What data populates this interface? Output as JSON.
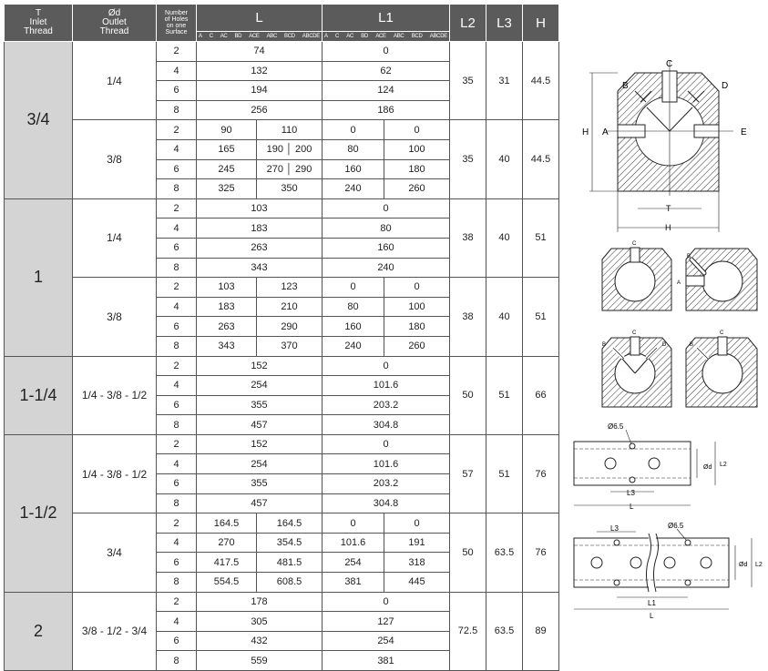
{
  "header": {
    "t": [
      "T",
      "Inlet",
      "Thread"
    ],
    "od": [
      "Ød",
      "Outlet",
      "Thread"
    ],
    "holes": [
      "Number",
      "of Holes",
      "on one",
      "Surface"
    ],
    "l": "L",
    "l1": "L1",
    "l2": "L2",
    "l3": "L3",
    "h": "H",
    "sub_codes": [
      "A",
      "C",
      "AC",
      "BD",
      "ACE",
      "ABC",
      "BCD",
      "ABCDE"
    ]
  },
  "groups": [
    {
      "inlet": "3/4",
      "outlets": [
        {
          "label": "1/4",
          "l2": "35",
          "l3": "31",
          "h": "44.5",
          "split": false,
          "rows": [
            {
              "n": "2",
              "l": "74",
              "l1": "0"
            },
            {
              "n": "4",
              "l": "132",
              "l1": "62"
            },
            {
              "n": "6",
              "l": "194",
              "l1": "124"
            },
            {
              "n": "8",
              "l": "256",
              "l1": "186"
            }
          ]
        },
        {
          "label": "3/8",
          "l2": "35",
          "l3": "40",
          "h": "44.5",
          "split": true,
          "rows": [
            {
              "n": "2",
              "la": "90",
              "lb": "110",
              "l1a": "0",
              "l1b": "0"
            },
            {
              "n": "4",
              "la": "165",
              "lb": "190 │ 200",
              "l1a": "80",
              "l1b": "100"
            },
            {
              "n": "6",
              "la": "245",
              "lb": "270 │ 290",
              "l1a": "160",
              "l1b": "180"
            },
            {
              "n": "8",
              "la": "325",
              "lb": "350",
              "l1a": "240",
              "l1b": "260"
            }
          ]
        }
      ]
    },
    {
      "inlet": "1",
      "outlets": [
        {
          "label": "1/4",
          "l2": "38",
          "l3": "40",
          "h": "51",
          "split": false,
          "rows": [
            {
              "n": "2",
              "l": "103",
              "l1": "0"
            },
            {
              "n": "4",
              "l": "183",
              "l1": "80"
            },
            {
              "n": "6",
              "l": "263",
              "l1": "160"
            },
            {
              "n": "8",
              "l": "343",
              "l1": "240"
            }
          ]
        },
        {
          "label": "3/8",
          "l2": "38",
          "l3": "40",
          "h": "51",
          "split": true,
          "rows": [
            {
              "n": "2",
              "la": "103",
              "lb": "123",
              "l1a": "0",
              "l1b": "0"
            },
            {
              "n": "4",
              "la": "183",
              "lb": "210",
              "l1a": "80",
              "l1b": "100"
            },
            {
              "n": "6",
              "la": "263",
              "lb": "290",
              "l1a": "160",
              "l1b": "180"
            },
            {
              "n": "8",
              "la": "343",
              "lb": "370",
              "l1a": "240",
              "l1b": "260"
            }
          ]
        }
      ]
    },
    {
      "inlet": "1-1/4",
      "outlets": [
        {
          "label": "1/4 - 3/8 - 1/2",
          "l2": "50",
          "l3": "51",
          "h": "66",
          "split": false,
          "rows": [
            {
              "n": "2",
              "l": "152",
              "l1": "0"
            },
            {
              "n": "4",
              "l": "254",
              "l1": "101.6"
            },
            {
              "n": "6",
              "l": "355",
              "l1": "203.2"
            },
            {
              "n": "8",
              "l": "457",
              "l1": "304.8"
            }
          ]
        }
      ]
    },
    {
      "inlet": "1-1/2",
      "outlets": [
        {
          "label": "1/4 - 3/8 - 1/2",
          "l2": "57",
          "l3": "51",
          "h": "76",
          "split": false,
          "rows": [
            {
              "n": "2",
              "l": "152",
              "l1": "0"
            },
            {
              "n": "4",
              "l": "254",
              "l1": "101.6"
            },
            {
              "n": "6",
              "l": "355",
              "l1": "203.2"
            },
            {
              "n": "8",
              "l": "457",
              "l1": "304.8"
            }
          ]
        },
        {
          "label": "3/4",
          "l2": "50",
          "l3": "63.5",
          "h": "76",
          "split": true,
          "rows": [
            {
              "n": "2",
              "la": "164.5",
              "lb": "164.5",
              "l1a": "0",
              "l1b": "0"
            },
            {
              "n": "4",
              "la": "270",
              "lb": "354.5",
              "l1a": "101.6",
              "l1b": "191"
            },
            {
              "n": "6",
              "la": "417.5",
              "lb": "481.5",
              "l1a": "254",
              "l1b": "318"
            },
            {
              "n": "8",
              "la": "554.5",
              "lb": "608.5",
              "l1a": "381",
              "l1b": "445"
            }
          ]
        }
      ]
    },
    {
      "inlet": "2",
      "outlets": [
        {
          "label": "3/8 - 1/2 - 3/4",
          "l2": "72.5",
          "l3": "63.5",
          "h": "89",
          "split": false,
          "rows": [
            {
              "n": "2",
              "l": "178",
              "l1": "0"
            },
            {
              "n": "4",
              "l": "305",
              "l1": "127"
            },
            {
              "n": "6",
              "l": "432",
              "l1": "254"
            },
            {
              "n": "8",
              "l": "559",
              "l1": "381"
            }
          ]
        }
      ]
    }
  ],
  "drawings": {
    "labels": {
      "a": "A",
      "b": "B",
      "c": "C",
      "d": "D",
      "e": "E",
      "h": "H",
      "t": "T",
      "d65": "Ø6.5",
      "od": "Ød",
      "l": "L",
      "l1": "L1",
      "l2": "L2",
      "l3": "L3"
    },
    "colors": {
      "hatch": "#333333",
      "line": "#222222"
    }
  }
}
